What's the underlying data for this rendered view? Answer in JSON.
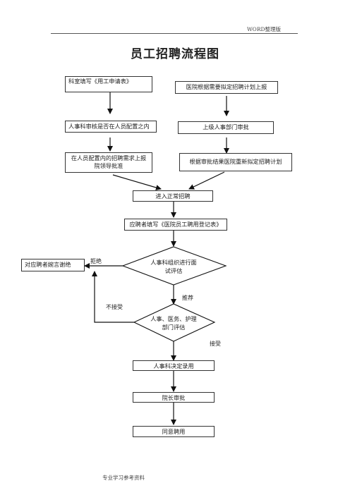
{
  "header": {
    "text": "WORD整理版"
  },
  "title": "员工招聘流程图",
  "nodes": {
    "dept_fill": "科室填写《用工申请表》",
    "hospital_plan": "医院根据需要拟定招聘计划上报",
    "hr_check": "人事科审核是否在人员配置之内",
    "superior_approve": "上级人事部门审批",
    "within_quota": "在人员配置内的招聘需求上报院领导批准",
    "replan": "根据审批结果医院重新拟定招聘计划",
    "normal_recruit": "进入正常招聘",
    "applicant_form": "应聘者填写《医院员工聘用登记表》",
    "interview": "人事科组织进行面试评估",
    "reject_notice": "对应聘者婉言谢绝",
    "dept_assess": "人事、医务、护理部门评估",
    "hr_decide": "人事科决定录用",
    "president_approve": "院长审批",
    "agree_hire": "同意聘用"
  },
  "labels": {
    "reject": "拒绝",
    "recommend": "推荐",
    "not_accept": "不接受",
    "accept": "接受"
  },
  "footer": {
    "text": "专业学习参考资料"
  }
}
